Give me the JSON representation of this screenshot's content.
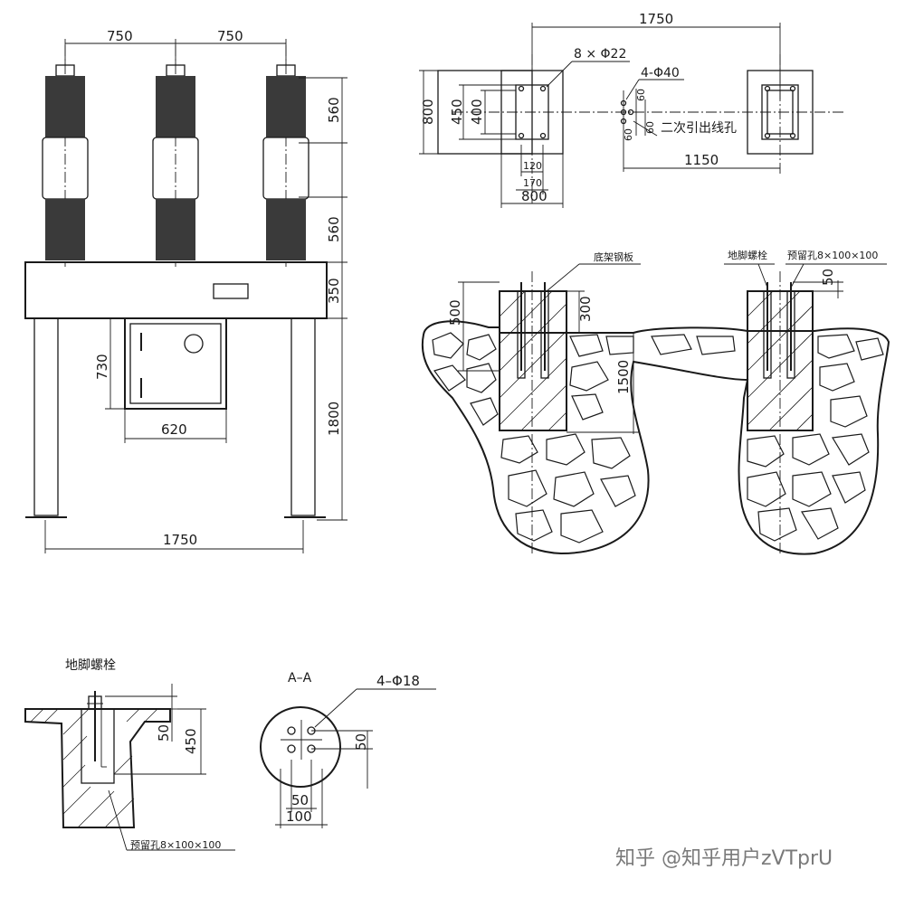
{
  "front_view": {
    "dims": {
      "pole_spacing_left": "750",
      "pole_spacing_right": "750",
      "upper_insulator": "560",
      "lower_insulator": "560",
      "frame_height": "350",
      "leg_height": "1800",
      "cabinet_height": "730",
      "cabinet_width": "620",
      "total_width": "1750"
    }
  },
  "plan_view": {
    "dims": {
      "spacing_top": "1750",
      "hole_spec": "8 × Φ22",
      "conduit_spec": "4-Φ40",
      "outer_h": "800",
      "inner_h1": "450",
      "inner_h2": "400",
      "v60a": "60",
      "v60b": "60",
      "v60c": "60",
      "b120": "120",
      "b170": "170",
      "b800": "800",
      "b1150": "1150"
    },
    "labels": {
      "secondary_outlet": "二次引出线孔"
    }
  },
  "foundation_view": {
    "labels": {
      "base_steel_plate": "底架钢板",
      "anchor_bolt": "地脚螺栓",
      "reserved_hole": "预留孔8×100×100"
    },
    "dims": {
      "d500": "500",
      "d300": "300",
      "d1500": "1500",
      "d50": "50"
    }
  },
  "detail_bolt": {
    "title": "地脚螺栓",
    "dims": {
      "d50": "50",
      "d450": "450"
    },
    "reserved_hole": "预留孔8×100×100"
  },
  "section_aa": {
    "title": "A–A",
    "hole_spec": "4–Φ18",
    "dims": {
      "v50": "50",
      "h50": "50",
      "h100": "100"
    }
  },
  "watermark": "知乎 @知乎用户zVTprU"
}
